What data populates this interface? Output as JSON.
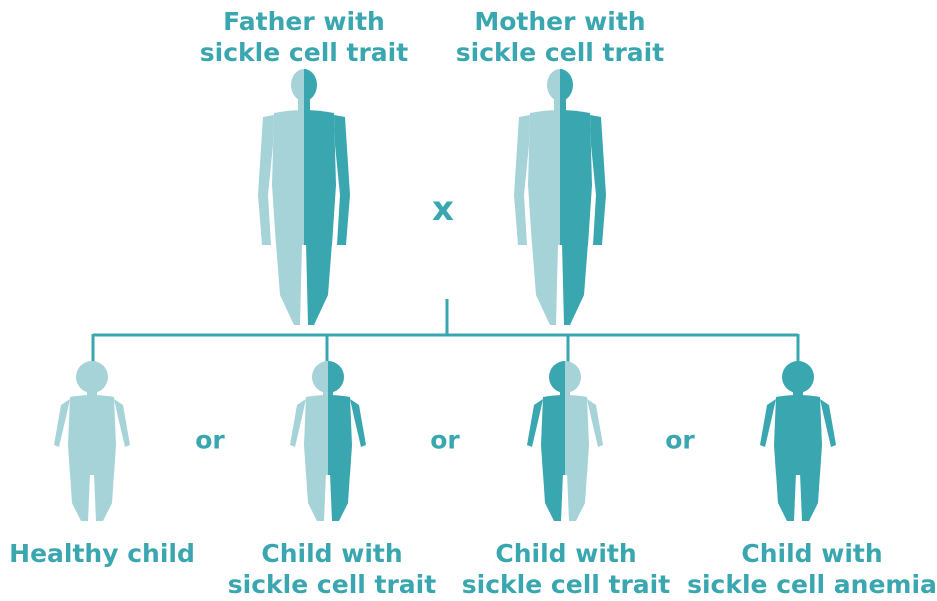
{
  "colors": {
    "light": "#a6d3d7",
    "dark": "#3aa7b0",
    "text": "#3aa7b0",
    "connector": "#3aa7b0"
  },
  "parents": {
    "father": {
      "line1": "Father with",
      "line2": "sickle cell trait"
    },
    "mother": {
      "line1": "Mother with",
      "line2": "sickle cell trait"
    },
    "cross_symbol": "x"
  },
  "children": [
    {
      "line1": "Healthy child",
      "line2": "",
      "shading": "light"
    },
    {
      "line1": "Child with",
      "line2": "sickle cell trait",
      "shading": "half"
    },
    {
      "line1": "Child with",
      "line2": "sickle cell trait",
      "shading": "half"
    },
    {
      "line1": "Child with",
      "line2": "sickle cell anemia",
      "shading": "dark"
    }
  ],
  "separator": "or"
}
